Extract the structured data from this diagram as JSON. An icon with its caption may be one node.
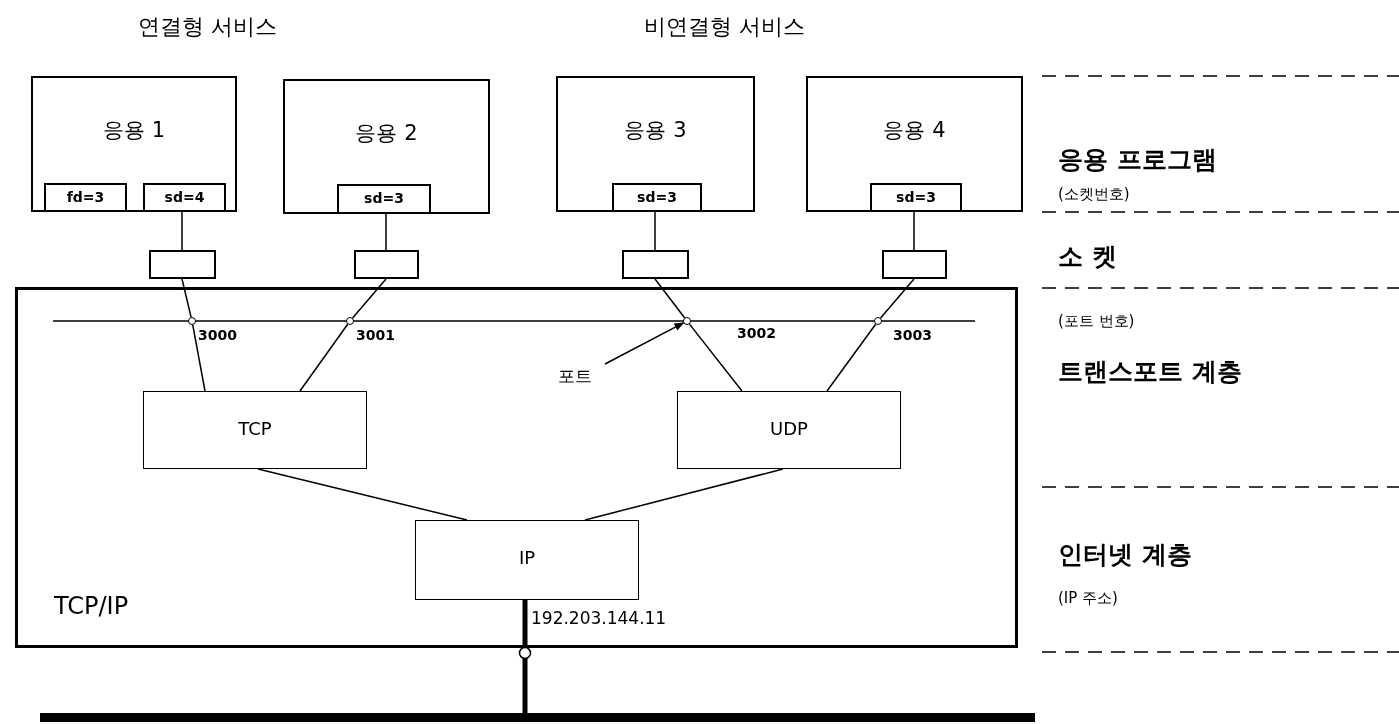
{
  "diagram": {
    "nodes": [
      {
        "text": [
          "TCP/IP"
        ]
      },
      {
        "text": [
          "응용 1"
        ]
      },
      {
        "text": [
          "fd=3"
        ],
        "in": 1
      },
      {
        "text": [
          "sd=4"
        ],
        "in": 1
      },
      {
        "text": [
          "응용 2"
        ]
      },
      {
        "text": [
          "sd=3"
        ],
        "in": 4
      },
      {
        "text": [
          "응용 3"
        ]
      },
      {
        "text": [
          "sd=3"
        ],
        "in": 6
      },
      {
        "text": [
          "응용 4"
        ]
      },
      {
        "text": [
          "sd=3"
        ],
        "in": 8
      },
      {
        "text": [],
        "shape": "box"
      },
      {
        "text": [],
        "shape": "box"
      },
      {
        "text": [],
        "shape": "box"
      },
      {
        "text": [],
        "shape": "box"
      },
      {
        "text": [],
        "shape": "circle",
        "in": 0,
        "beside": [
          "3000"
        ]
      },
      {
        "text": [],
        "shape": "circle",
        "in": 0,
        "beside": [
          "3001"
        ]
      },
      {
        "text": [],
        "shape": "circle",
        "in": 0,
        "beside": [
          "3002"
        ]
      },
      {
        "text": [],
        "shape": "circle",
        "in": 0,
        "beside": [
          "3003"
        ]
      },
      {
        "text": [
          "TCP"
        ],
        "in": 0
      },
      {
        "text": [
          "UDP"
        ],
        "in": 0
      },
      {
        "text": [
          "IP"
        ],
        "in": 0
      },
      {
        "text": [
          "포트"
        ],
        "in": 0
      },
      {
        "text": [],
        "shape": "bar"
      }
    ],
    "edges": [
      {
        "from": 3,
        "to": 10,
        "arrow": "none"
      },
      {
        "from": 5,
        "to": 11,
        "arrow": "none"
      },
      {
        "from": 7,
        "to": 12,
        "arrow": "none"
      },
      {
        "from": 9,
        "to": 13,
        "arrow": "none"
      },
      {
        "from": 10,
        "to": 14,
        "arrow": "none"
      },
      {
        "from": 11,
        "to": 15,
        "arrow": "none"
      },
      {
        "from": 12,
        "to": 16,
        "arrow": "none"
      },
      {
        "from": 13,
        "to": 17,
        "arrow": "none"
      },
      {
        "from": 14,
        "to": 18,
        "arrow": "none"
      },
      {
        "from": 15,
        "to": 18,
        "arrow": "none"
      },
      {
        "from": 16,
        "to": 19,
        "arrow": "none"
      },
      {
        "from": 17,
        "to": 19,
        "arrow": "none"
      },
      {
        "from": 18,
        "to": 20,
        "arrow": "none"
      },
      {
        "from": 19,
        "to": 20,
        "arrow": "none"
      },
      {
        "from": 20,
        "to": 22,
        "arrow": "none",
        "label": "192.203.144.11",
        "style": "thick"
      },
      {
        "from": 21,
        "to": 16,
        "arrow": "to"
      }
    ],
    "labels": [
      "연결형 서비스",
      "비연결형 서비스",
      "응용 프로그램",
      "(소켓번호)",
      "소 켓",
      "(포트 번호)",
      "트랜스포트 계층",
      "인터넷 계층",
      "(IP 주소)"
    ]
  }
}
